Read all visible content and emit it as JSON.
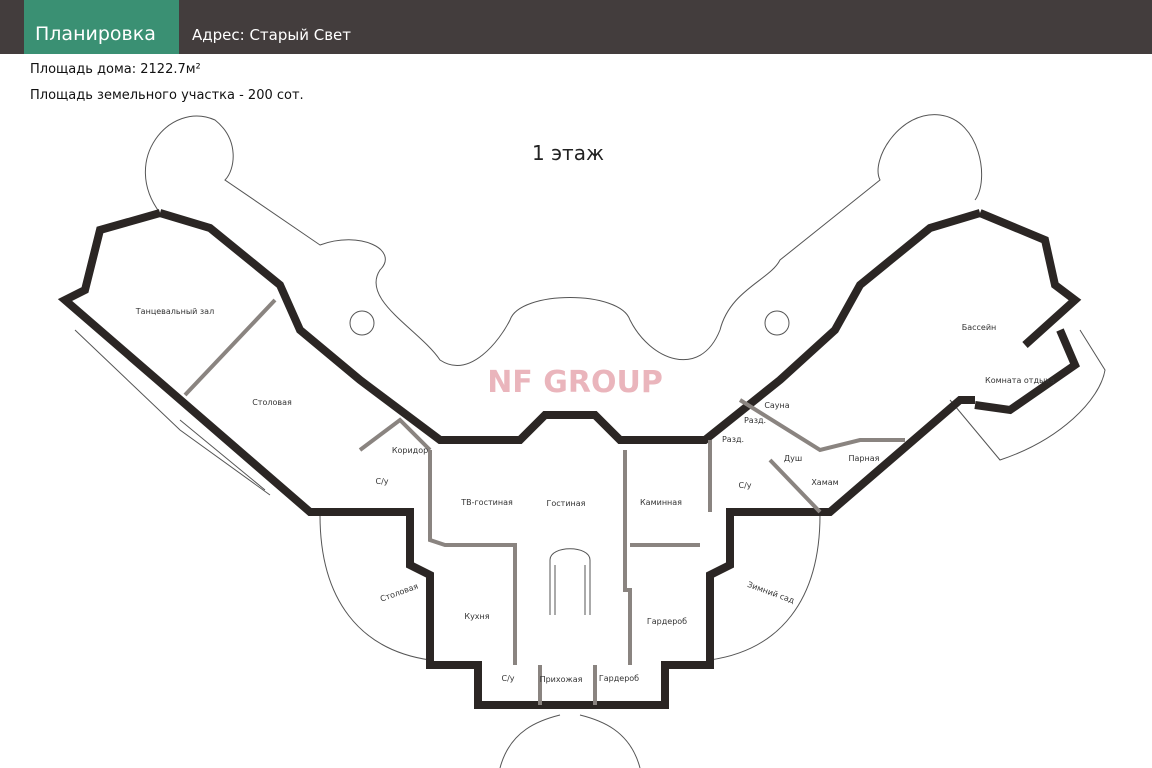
{
  "header": {
    "tab": "Планировка",
    "address": "Адрес:  Старый Свет"
  },
  "info": {
    "house_area_label": "Площадь дома: 2122.7м²",
    "plot_area_label": "Площадь земельного участка - 200 сот."
  },
  "plan": {
    "floor_title": "1 этаж",
    "watermark": "NF GROUP",
    "rooms": {
      "dance_hall": "Танцевальный зал",
      "dining": "Столовая",
      "corridor": "Коридор",
      "wc_left": "С/у",
      "tv_lounge": "ТВ-гостиная",
      "living": "Гостиная",
      "fireplace": "Каминная",
      "dining_lower": "Столовая",
      "kitchen": "Кухня",
      "wardrobe_right": "Гардероб",
      "wc_bottom": "С/у",
      "hall": "Прихожая",
      "wardrobe_bottom": "Гардероб",
      "winter_garden": "Зимний сад",
      "pool": "Бассейн",
      "rest_room": "Комната отдыха",
      "sauna": "Сауна",
      "changing1": "Разд.",
      "changing2": "Разд.",
      "shower": "Душ",
      "steam": "Парная",
      "hammam": "Хамам",
      "wc_right": "С/у"
    }
  }
}
